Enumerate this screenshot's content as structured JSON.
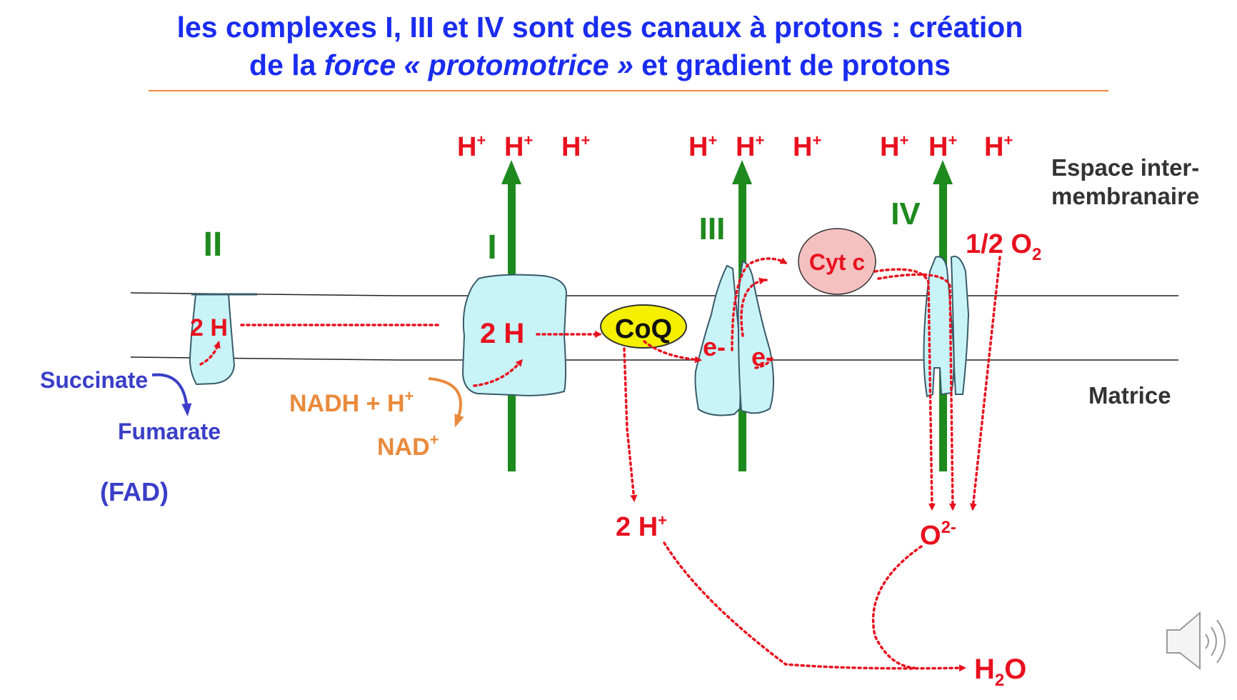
{
  "title": {
    "line1": "les complexes I, III et IV sont des canaux à protons : création",
    "line2_part1": "de la ",
    "line2_italic": "force « protomotrice »",
    "line2_part2": " et gradient de protons"
  },
  "labels": {
    "complex_II": "II",
    "complex_I": "I",
    "complex_III": "III",
    "complex_IV": "IV",
    "intermembrane_line1": "Espace inter-",
    "intermembrane_line2": "membranaire",
    "matrix": "Matrice",
    "succinate": "Succinate",
    "fumarate": "Fumarate",
    "fad": "(FAD)",
    "nadh": "NADH + H",
    "nad": "NAD",
    "plus": "+",
    "two_h_II": "2 H",
    "two_h_I": "2  H",
    "coq": "CoQ",
    "cyt_c": "Cyt c",
    "e_minus_1": "e-",
    "e_minus_2": "e-",
    "half_o2": "1/2 O",
    "o2_sub": "2",
    "o2_minus": "O",
    "o2_minus_sup": "2-",
    "two_h_plus_bottom": "2 H",
    "h2o_h": "H",
    "h2o_sub": "2",
    "h2o_o": "O",
    "h": "H",
    "h_sup": "+"
  },
  "colors": {
    "title": "#1a2cf0",
    "accent_rule": "#f0883a",
    "red": "#e8101e",
    "green": "#1e8a1e",
    "blue": "#3a3ec8",
    "orange": "#e98a3c",
    "protein": "#c8f4f8",
    "coq": "#f4f000",
    "cytc": "#f4c0c0"
  },
  "icons": {
    "speaker": "speaker-icon"
  }
}
